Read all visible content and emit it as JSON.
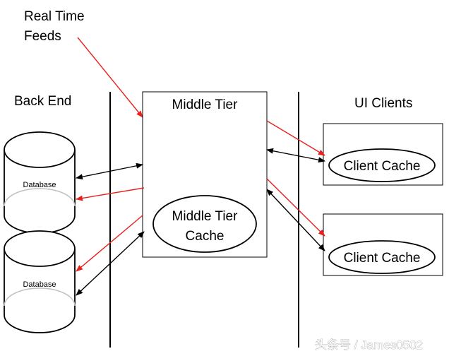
{
  "labels": {
    "feeds_line1": "Real Time",
    "feeds_line2": "Feeds",
    "back_end": "Back End",
    "middle_tier": "Middle Tier",
    "ui_clients": "UI Clients",
    "db_top": "Database",
    "db_bottom": "Database",
    "mt_cache_line1": "Middle Tier",
    "mt_cache_line2": "Cache",
    "client_cache_top": "Client Cache",
    "client_cache_bottom": "Client Cache"
  },
  "watermark": "头条号 / James0502",
  "colors": {
    "data_flow": "#e8201e",
    "request_flow": "#000000"
  }
}
